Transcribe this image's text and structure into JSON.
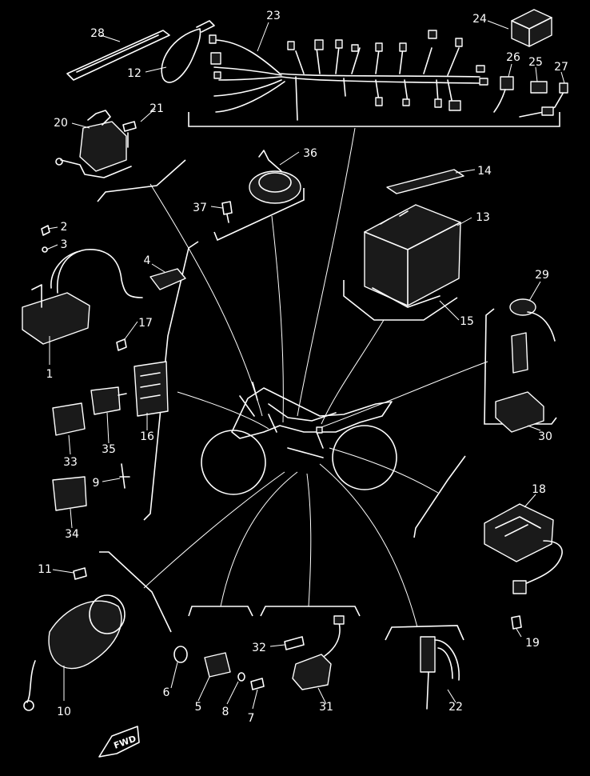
{
  "callouts": [
    {
      "id": "p1",
      "label": "1"
    },
    {
      "id": "p2",
      "label": "2"
    },
    {
      "id": "p3",
      "label": "3"
    },
    {
      "id": "p4",
      "label": "4"
    },
    {
      "id": "p5",
      "label": "5"
    },
    {
      "id": "p6",
      "label": "6"
    },
    {
      "id": "p7",
      "label": "7"
    },
    {
      "id": "p8",
      "label": "8"
    },
    {
      "id": "p9",
      "label": "9"
    },
    {
      "id": "p10",
      "label": "10"
    },
    {
      "id": "p11",
      "label": "11"
    },
    {
      "id": "p12",
      "label": "12"
    },
    {
      "id": "p13",
      "label": "13"
    },
    {
      "id": "p14",
      "label": "14"
    },
    {
      "id": "p15",
      "label": "15"
    },
    {
      "id": "p16",
      "label": "16"
    },
    {
      "id": "p17",
      "label": "17"
    },
    {
      "id": "p18",
      "label": "18"
    },
    {
      "id": "p19",
      "label": "19"
    },
    {
      "id": "p20",
      "label": "20"
    },
    {
      "id": "p21",
      "label": "21"
    },
    {
      "id": "p22",
      "label": "22"
    },
    {
      "id": "p23",
      "label": "23"
    },
    {
      "id": "p24",
      "label": "24"
    },
    {
      "id": "p25",
      "label": "25"
    },
    {
      "id": "p26",
      "label": "26"
    },
    {
      "id": "p27",
      "label": "27"
    },
    {
      "id": "p28",
      "label": "28"
    },
    {
      "id": "p29",
      "label": "29"
    },
    {
      "id": "p30",
      "label": "30"
    },
    {
      "id": "p31",
      "label": "31"
    },
    {
      "id": "p32",
      "label": "32"
    },
    {
      "id": "p33",
      "label": "33"
    },
    {
      "id": "p34",
      "label": "34"
    },
    {
      "id": "p35",
      "label": "35"
    },
    {
      "id": "p36",
      "label": "36"
    },
    {
      "id": "p37",
      "label": "37"
    }
  ],
  "fwd_label": "FWD",
  "colors": {
    "background": "#000000",
    "lines": "#ffffff"
  }
}
